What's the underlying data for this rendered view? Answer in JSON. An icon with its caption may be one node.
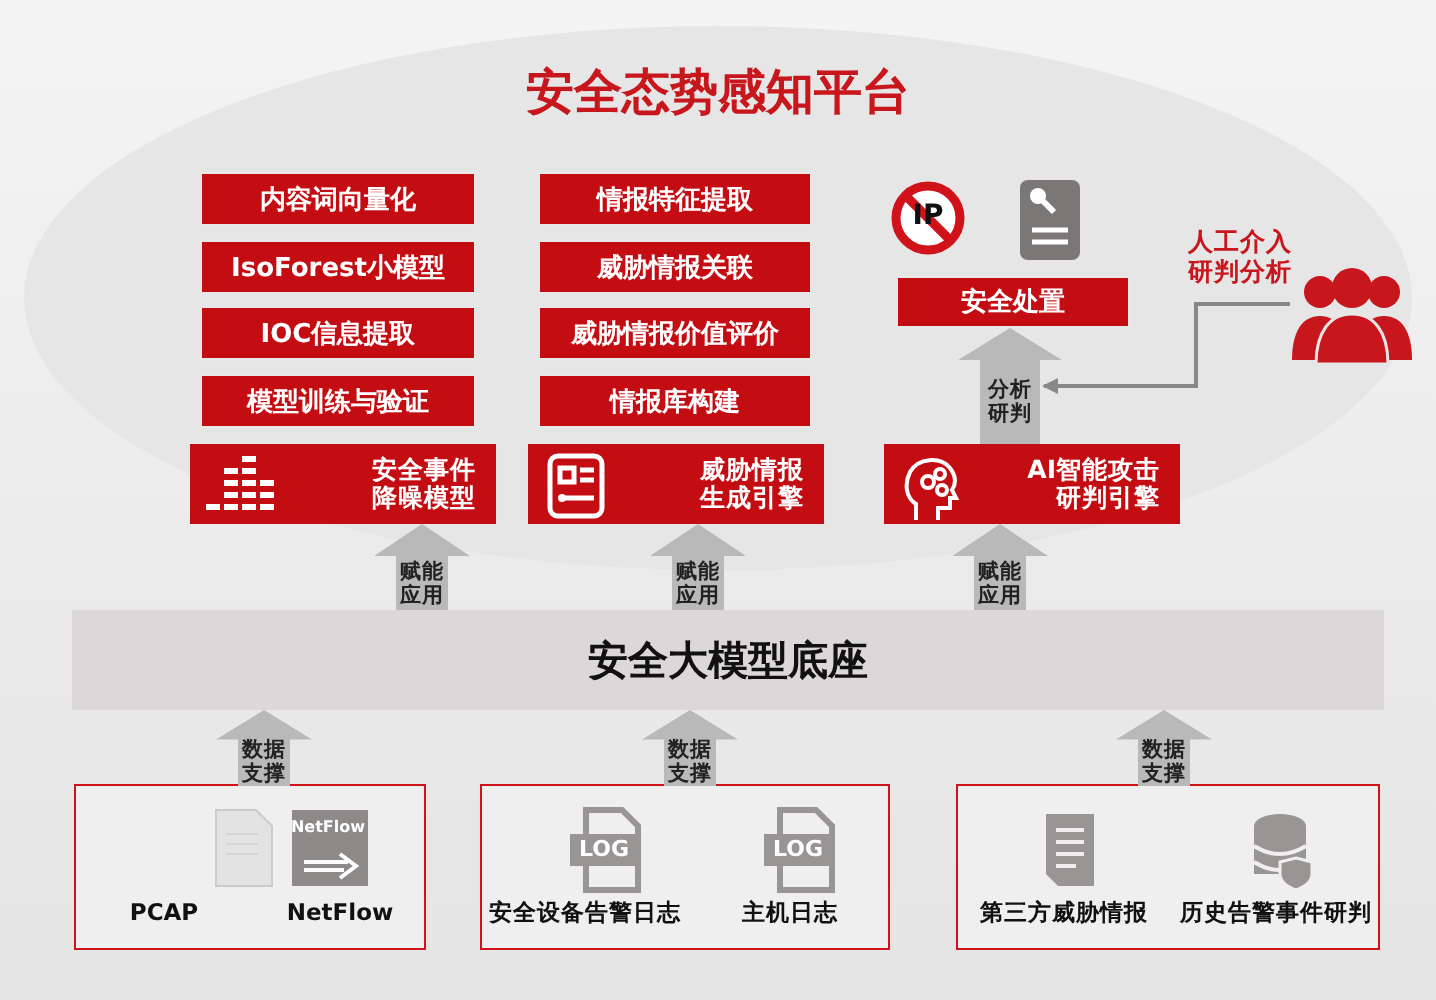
{
  "diagram": {
    "title": "安全态势感知平台",
    "nodes": [
      {
        "text": [
          "内容词向量化"
        ]
      },
      {
        "text": [
          "IsoForest小模型"
        ]
      },
      {
        "text": [
          "IOC信息提取"
        ]
      },
      {
        "text": [
          "模型训练与验证"
        ]
      },
      {
        "text": [
          "安全事件降噪模型"
        ]
      },
      {
        "text": [
          "情报特征提取"
        ]
      },
      {
        "text": [
          "威胁情报关联"
        ]
      },
      {
        "text": [
          "威胁情报价值评价"
        ]
      },
      {
        "text": [
          "情报库构建"
        ]
      },
      {
        "text": [
          "威胁情报生成引擎"
        ]
      },
      {
        "text": [
          "安全处置"
        ]
      },
      {
        "text": [
          "AI智能攻击研判引擎"
        ]
      },
      {
        "text": [],
        "shape": "person",
        "beside": [
          "人工介入研判分析"
        ]
      },
      {
        "text": [
          "安全大模型底座"
        ]
      },
      {
        "text": [
          "PCAP",
          "NetFlow"
        ]
      },
      {
        "text": [
          "安全设备告警日志",
          "主机日志"
        ]
      },
      {
        "text": [
          "第三方威胁情报",
          "历史告警事件研判"
        ]
      }
    ],
    "edges": [
      {
        "from": 13,
        "to": 4,
        "arrow": "to",
        "label": "赋能应用"
      },
      {
        "from": 13,
        "to": 9,
        "arrow": "to",
        "label": "赋能应用"
      },
      {
        "from": 13,
        "to": 11,
        "arrow": "to",
        "label": "赋能应用"
      },
      {
        "from": 11,
        "to": 10,
        "arrow": "to",
        "label": "分析研判"
      },
      {
        "from": 12,
        "to": null,
        "arrow": "to"
      },
      {
        "from": 14,
        "to": 13,
        "arrow": "to",
        "label": "数据支撑"
      },
      {
        "from": 15,
        "to": 13,
        "arrow": "to",
        "label": "数据支撑"
      },
      {
        "from": 16,
        "to": 13,
        "arrow": "to",
        "label": "数据支撑"
      }
    ],
    "labels": [
      "IP",
      "NetFlow",
      "LOG",
      "LOG"
    ]
  }
}
